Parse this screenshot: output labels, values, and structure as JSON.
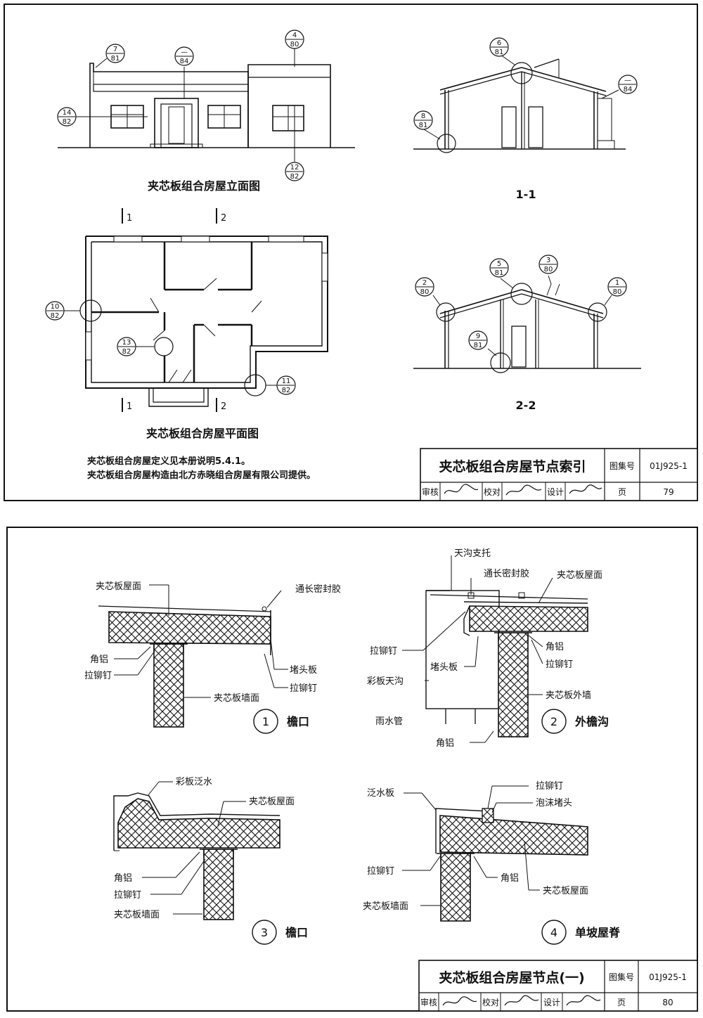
{
  "sheet1": {
    "captions": {
      "elevation": "夹芯板组合房屋立面图",
      "plan": "夹芯板组合房屋平面图",
      "section1": "1-1",
      "section2": "2-2"
    },
    "cut_marks": {
      "one": "1",
      "two": "2"
    },
    "elevation_refs": [
      {
        "top": "7",
        "bottom": "81"
      },
      {
        "top": "—",
        "bottom": "84"
      },
      {
        "top": "4",
        "bottom": "80"
      },
      {
        "top": "14",
        "bottom": "82"
      },
      {
        "top": "12",
        "bottom": "82"
      }
    ],
    "section1_refs": [
      {
        "top": "6",
        "bottom": "81"
      },
      {
        "top": "—",
        "bottom": "84"
      },
      {
        "top": "8",
        "bottom": "81"
      }
    ],
    "section2_refs": [
      {
        "top": "5",
        "bottom": "81"
      },
      {
        "top": "3",
        "bottom": "80"
      },
      {
        "top": "2",
        "bottom": "80"
      },
      {
        "top": "1",
        "bottom": "80"
      },
      {
        "top": "9",
        "bottom": "81"
      }
    ],
    "plan_refs": [
      {
        "top": "10",
        "bottom": "82"
      },
      {
        "top": "13",
        "bottom": "82"
      },
      {
        "top": "11",
        "bottom": "82"
      }
    ],
    "notes": [
      "夹芯板组合房屋定义见本册说明5.4.1。",
      "夹芯板组合房屋构造由北方赤晓组合房屋有限公司提供。"
    ],
    "title_block": {
      "title": "夹芯板组合房屋节点索引",
      "atlas_label": "图集号",
      "atlas_no": "01J925-1",
      "review_label": "审核",
      "check_label": "校对",
      "design_label": "设计",
      "page_label": "页",
      "page_no": "79"
    }
  },
  "sheet2": {
    "detail1": {
      "num": "1",
      "name": "檐口",
      "labels": {
        "roof": "夹芯板屋面",
        "sealant": "通长密封胶",
        "angle": "角铝",
        "rivet_left": "拉铆钉",
        "endplate": "堵头板",
        "rivet_right": "拉铆钉",
        "wall": "夹芯板墙面"
      }
    },
    "detail2": {
      "num": "2",
      "name": "外檐沟",
      "labels": {
        "support": "天沟支托",
        "sealant": "通长密封胶",
        "roof": "夹芯板屋面",
        "angle_right": "角铝",
        "rivet_right": "拉铆钉",
        "rivet_left": "拉铆钉",
        "endplate": "堵头板",
        "gutter": "彩板天沟",
        "outer_wall": "夹芯板外墙",
        "downpipe": "雨水管",
        "angle_bottom": "角铝"
      }
    },
    "detail3": {
      "num": "3",
      "name": "檐口",
      "labels": {
        "flashing": "彩板泛水",
        "roof": "夹芯板屋面",
        "angle": "角铝",
        "rivet": "拉铆钉",
        "wall": "夹芯板墙面"
      }
    },
    "detail4": {
      "num": "4",
      "name": "单坡屋脊",
      "labels": {
        "rivet_top": "拉铆钉",
        "flashing": "泛水板",
        "foam": "泡沫堵头",
        "rivet_left": "拉铆钉",
        "angle": "角铝",
        "roof": "夹芯板屋面",
        "wall": "夹芯板墙面"
      }
    },
    "title_block": {
      "title": "夹芯板组合房屋节点(一)",
      "atlas_label": "图集号",
      "atlas_no": "01J925-1",
      "review_label": "审核",
      "check_label": "校对",
      "design_label": "设计",
      "page_label": "页",
      "page_no": "80"
    }
  }
}
